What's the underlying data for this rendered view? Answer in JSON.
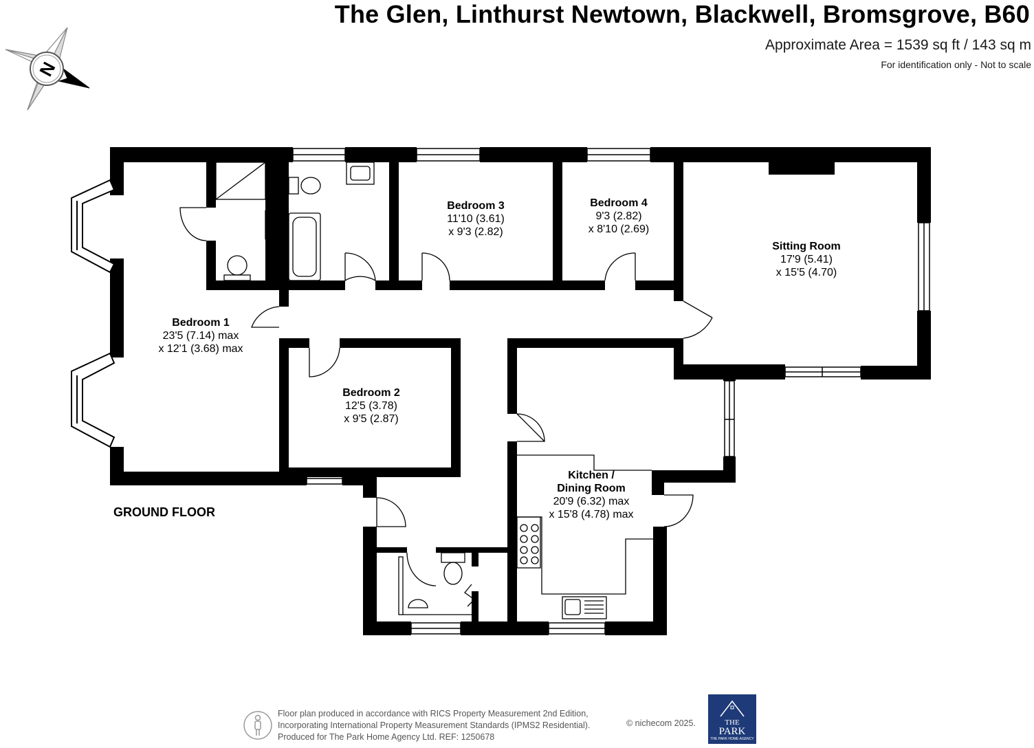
{
  "header": {
    "title": "The Glen, Linthurst Newtown, Blackwell, Bromsgrove, B60",
    "area": "Approximate Area = 1539 sq ft / 143 sq m",
    "note": "For identification only - Not to scale"
  },
  "compass": {
    "letter": "N",
    "icon": "north-compass-icon"
  },
  "floor_label": "GROUND FLOOR",
  "rooms": {
    "bedroom1": {
      "name": "Bedroom 1",
      "dim1": "23'5 (7.14) max",
      "dim2": "x 12'1 (3.68) max"
    },
    "bedroom2": {
      "name": "Bedroom 2",
      "dim1": "12'5 (3.78)",
      "dim2": "x 9'5 (2.87)"
    },
    "bedroom3": {
      "name": "Bedroom 3",
      "dim1": "11'10 (3.61)",
      "dim2": "x 9'3 (2.82)"
    },
    "bedroom4": {
      "name": "Bedroom 4",
      "dim1": "9'3 (2.82)",
      "dim2": "x 8'10 (2.69)"
    },
    "sitting": {
      "name": "Sitting Room",
      "dim1": "17'9 (5.41)",
      "dim2": "x 15'5 (4.70)"
    },
    "kitchen": {
      "name1": "Kitchen /",
      "name2": "Dining Room",
      "dim1": "20'9 (6.32) max",
      "dim2": "x 15'8 (4.78) max"
    }
  },
  "footer": {
    "line1": "Floor plan produced in accordance with RICS Property Measurement 2nd Edition,",
    "line2": "Incorporating International Property Measurement Standards (IPMS2 Residential).",
    "line3": "Produced for The Park Home Agency Ltd.   REF:  1250678",
    "copyright": "© nichecom 2025."
  },
  "logo": {
    "line1": "THE",
    "line2": "PARK",
    "line3": "THE PARK HOME AGENCY"
  },
  "colors": {
    "wall": "#000000",
    "logo_bg": "#1e3a78",
    "footer_text": "#555555"
  }
}
